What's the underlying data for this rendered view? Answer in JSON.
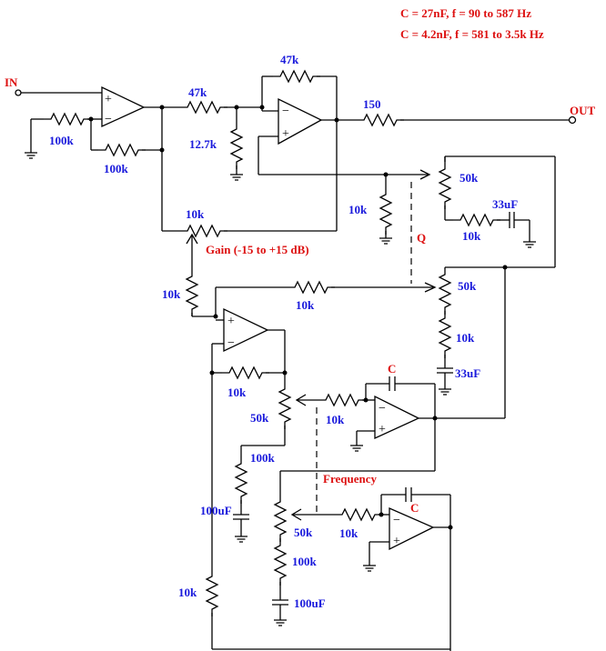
{
  "notes": {
    "line1": "C = 27nF, f = 90 to 587 Hz",
    "line2": "C = 4.2nF, f = 581 to 3.5k Hz"
  },
  "ports": {
    "in": "IN",
    "out": "OUT"
  },
  "labels": {
    "r_in_100k_a": "100k",
    "r_in_100k_b": "100k",
    "r_47k_series": "47k",
    "r_47k_feedback": "47k",
    "r_12k7": "12.7k",
    "r_150": "150",
    "pot_q_50k": "50k",
    "r_q_10k": "10k",
    "c_q_33uf": "33uF",
    "r_10k_gnd": "10k",
    "pot_gain_10k": "10k",
    "gain_label": "Gain (-15 to +15 dB)",
    "q_label": "Q",
    "r_10k_left": "10k",
    "r_10k_mid": "10k",
    "pot_mid_50k": "50k",
    "r_mid_10k": "10k",
    "c_mid_33uf": "33uF",
    "r_10k_fb": "10k",
    "pot_f1_50k": "50k",
    "r_f1_10k": "10k",
    "c_int1": "C",
    "r_100k_f1": "100k",
    "c_100uf_f1": "100uF",
    "frequency_label": "Frequency",
    "c_int2": "C",
    "pot_f2_50k": "50k",
    "r_f2_10k": "10k",
    "r_100k_f2": "100k",
    "c_100uf_f2": "100uF",
    "r_10k_bottom": "10k"
  },
  "opamp_signs": {
    "plus": "+",
    "minus": "−"
  }
}
